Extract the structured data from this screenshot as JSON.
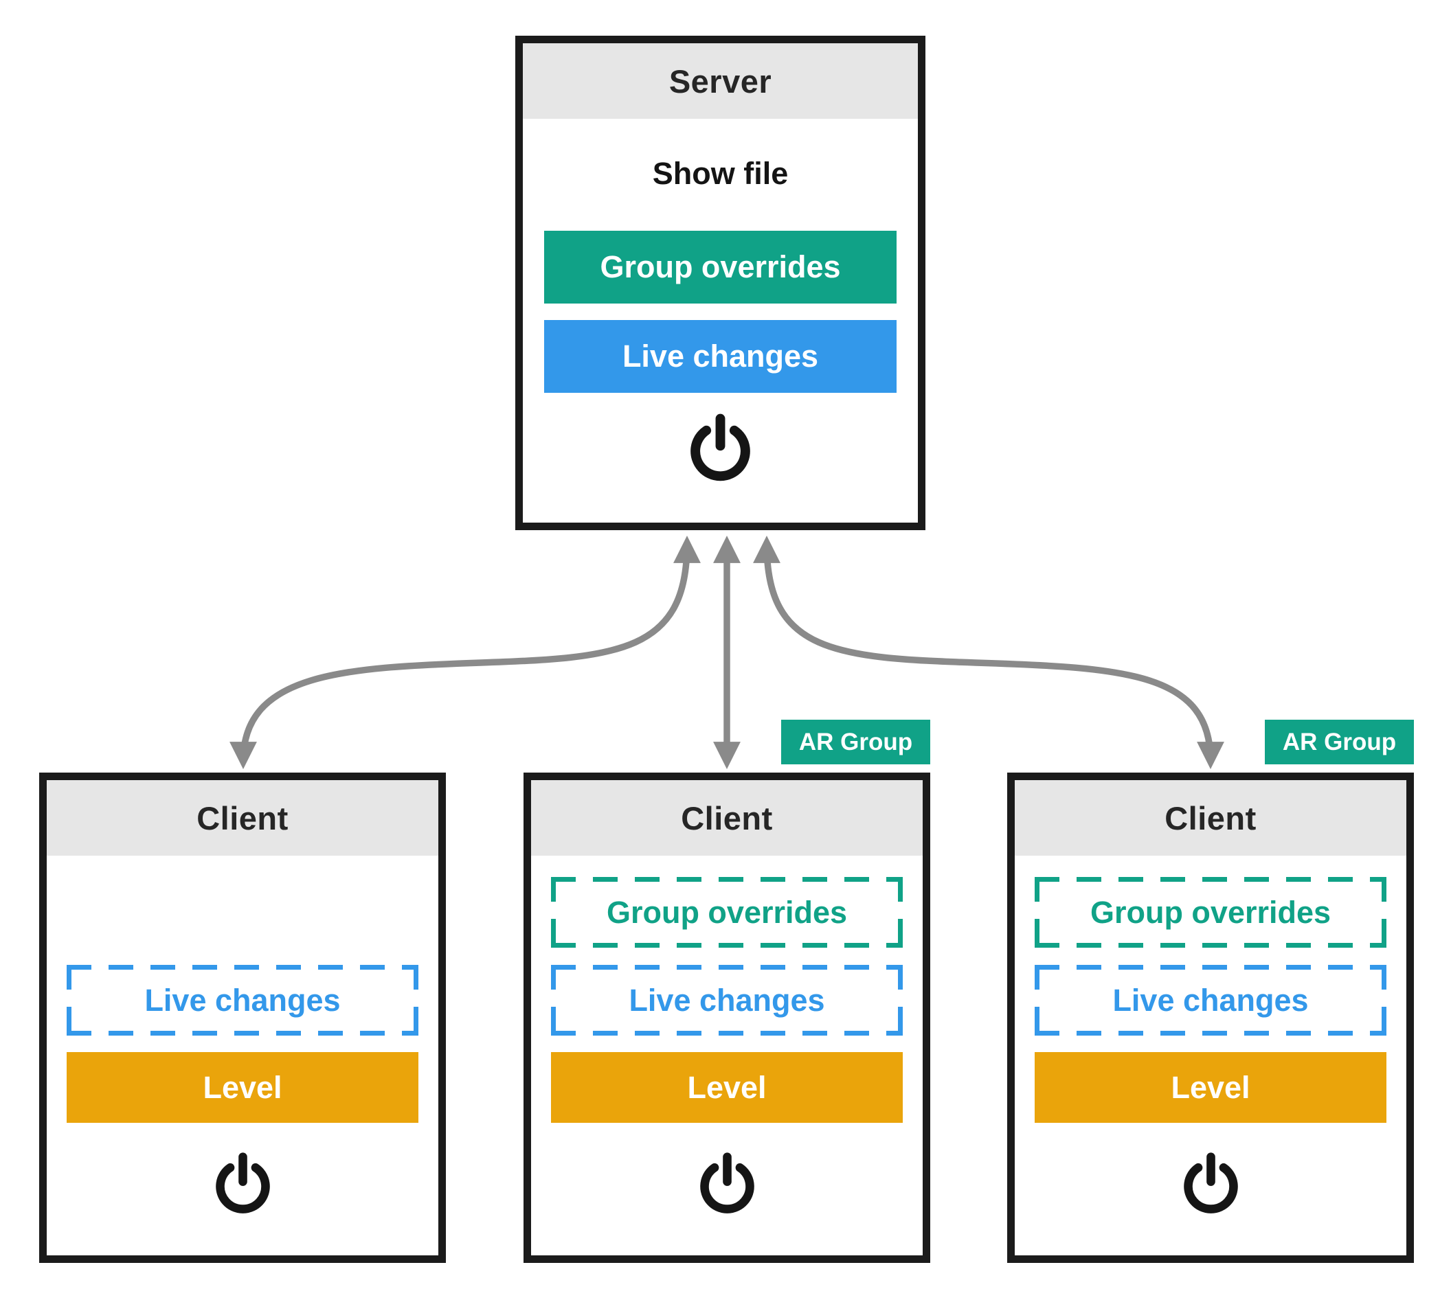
{
  "colors": {
    "green": "#10a287",
    "blue": "#3398ea",
    "orange": "#eaa40b",
    "arrow_gray": "#8a8a8a",
    "header_gray": "#e6e6e6",
    "border_black": "#1b1b1b"
  },
  "server": {
    "title": "Server",
    "show_file_label": "Show file",
    "group_overrides_label": "Group overrides",
    "live_changes_label": "Live changes",
    "power_icon": "power-icon"
  },
  "clients": [
    {
      "title": "Client",
      "live_changes_label": "Live changes",
      "level_label": "Level",
      "power_icon": "power-icon"
    },
    {
      "title": "Client",
      "badge": "AR Group",
      "group_overrides_label": "Group overrides",
      "live_changes_label": "Live changes",
      "level_label": "Level",
      "power_icon": "power-icon"
    },
    {
      "title": "Client",
      "badge": "AR Group",
      "group_overrides_label": "Group overrides",
      "live_changes_label": "Live changes",
      "level_label": "Level",
      "power_icon": "power-icon"
    }
  ],
  "arrows": [
    {
      "name": "server-client-1-sync",
      "direction": "bidirectional"
    },
    {
      "name": "server-client-2-sync",
      "direction": "bidirectional"
    },
    {
      "name": "server-client-3-sync",
      "direction": "bidirectional"
    }
  ]
}
